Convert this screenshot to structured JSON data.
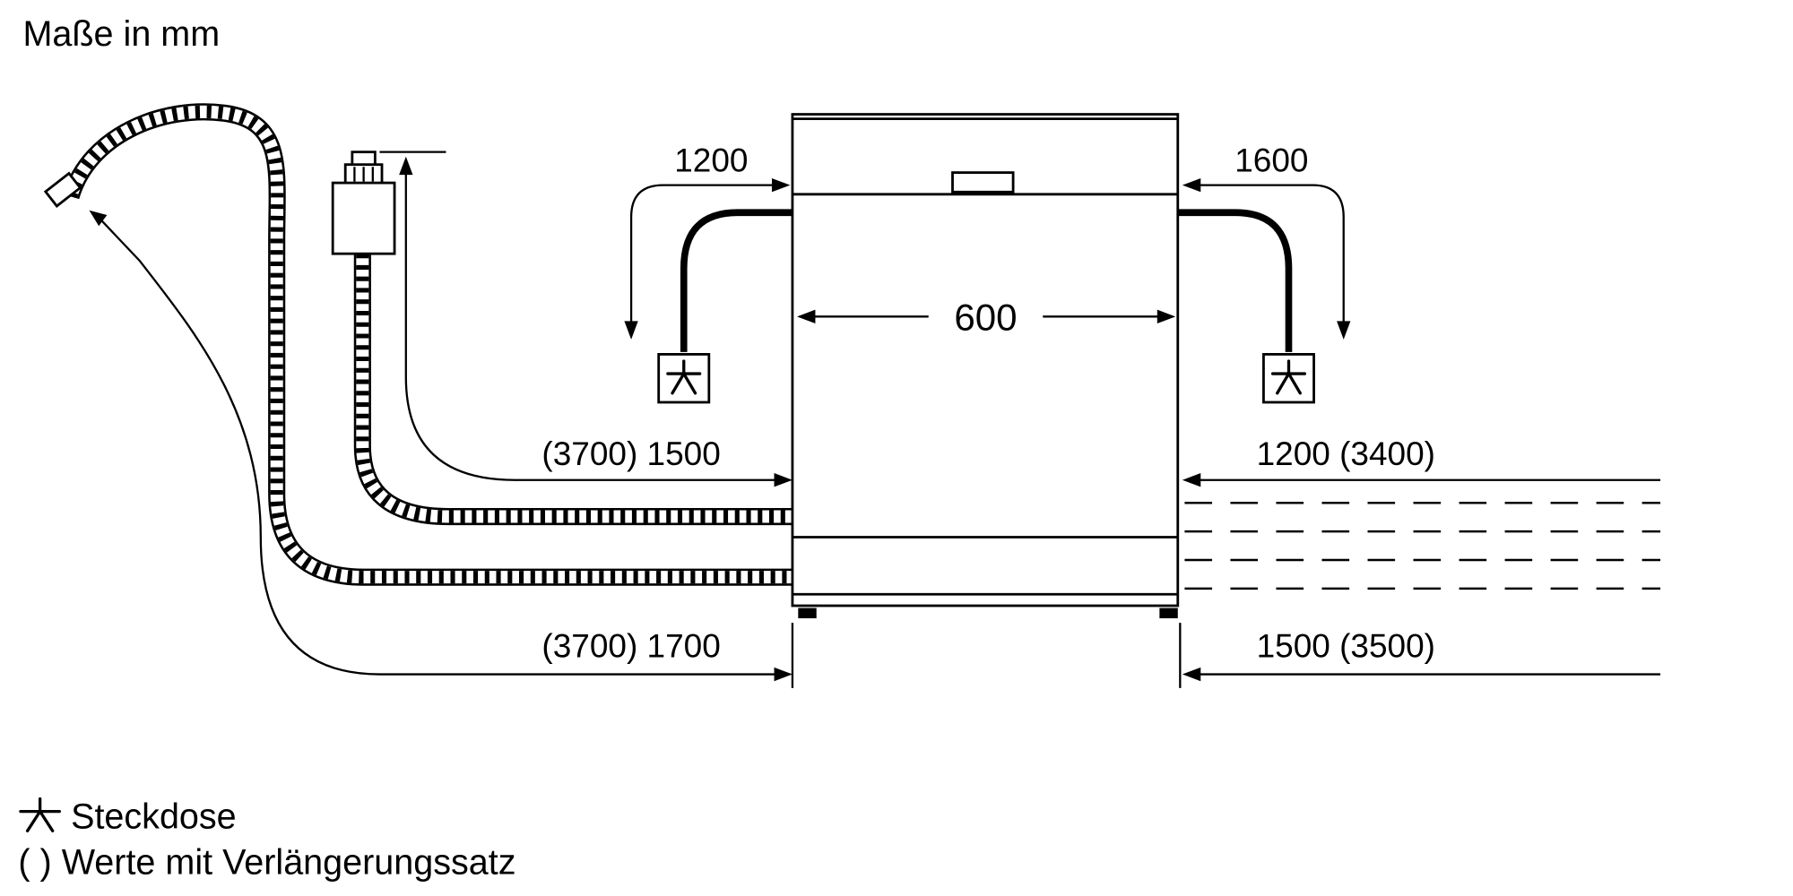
{
  "title": "Maße in mm",
  "labels": {
    "cord_left": "1200",
    "cord_right": "1600",
    "width": "600",
    "supply_hose": "(3700) 1500",
    "right_top": "1200 (3400)",
    "drain_hose": "(3700) 1700",
    "right_bottom": "1500 (3500)"
  },
  "legend": {
    "socket": "Steckdose",
    "extension_note": "( ) Werte mit Verlängerungssatz"
  },
  "colors": {
    "ink": "#000000",
    "background": "#ffffff"
  }
}
